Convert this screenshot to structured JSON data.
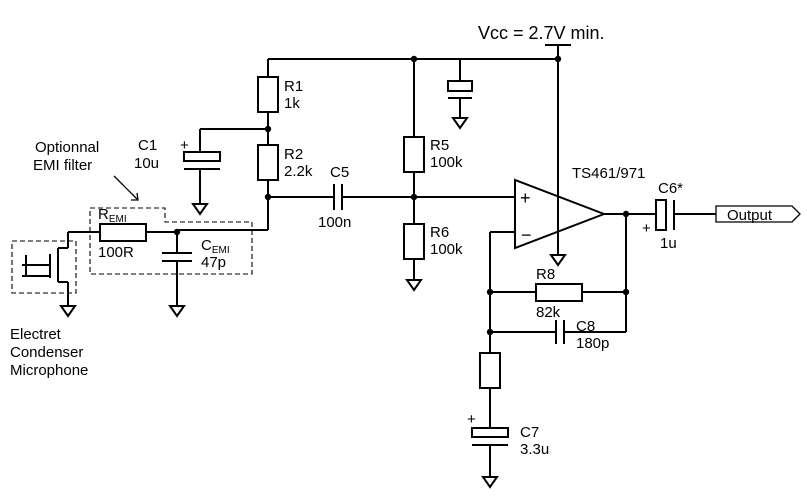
{
  "supply_label": "Vcc = 2.7V min.",
  "opamp_label": "TS461/971",
  "filter_note": [
    "Optionnal",
    "EMI filter"
  ],
  "mic_label": [
    "Electret",
    "Condenser",
    "Microphone"
  ],
  "output_label": "Output",
  "opamp_signs": {
    "plus": "+",
    "minus": "−"
  },
  "polarity_sign": "+",
  "components": {
    "r1": {
      "name": "R1",
      "value": "1k"
    },
    "r2": {
      "name": "R2",
      "value": "2.2k"
    },
    "c1": {
      "name": "C1",
      "value": "10u"
    },
    "c5": {
      "name": "C5",
      "value": "100n"
    },
    "r5": {
      "name": "R5",
      "value": "100k"
    },
    "r6": {
      "name": "R6",
      "value": "100k"
    },
    "r8": {
      "name": "R8",
      "value": "82k"
    },
    "c8": {
      "name": "C8",
      "value": "180p"
    },
    "c7": {
      "name": "C7",
      "value": "3.3u"
    },
    "c6": {
      "name": "C6*",
      "value": "1u"
    },
    "remi": {
      "name": "R",
      "sub": "EMI",
      "value": "100R"
    },
    "cemi": {
      "name": "C",
      "sub": "EMI",
      "value": "47p"
    }
  }
}
